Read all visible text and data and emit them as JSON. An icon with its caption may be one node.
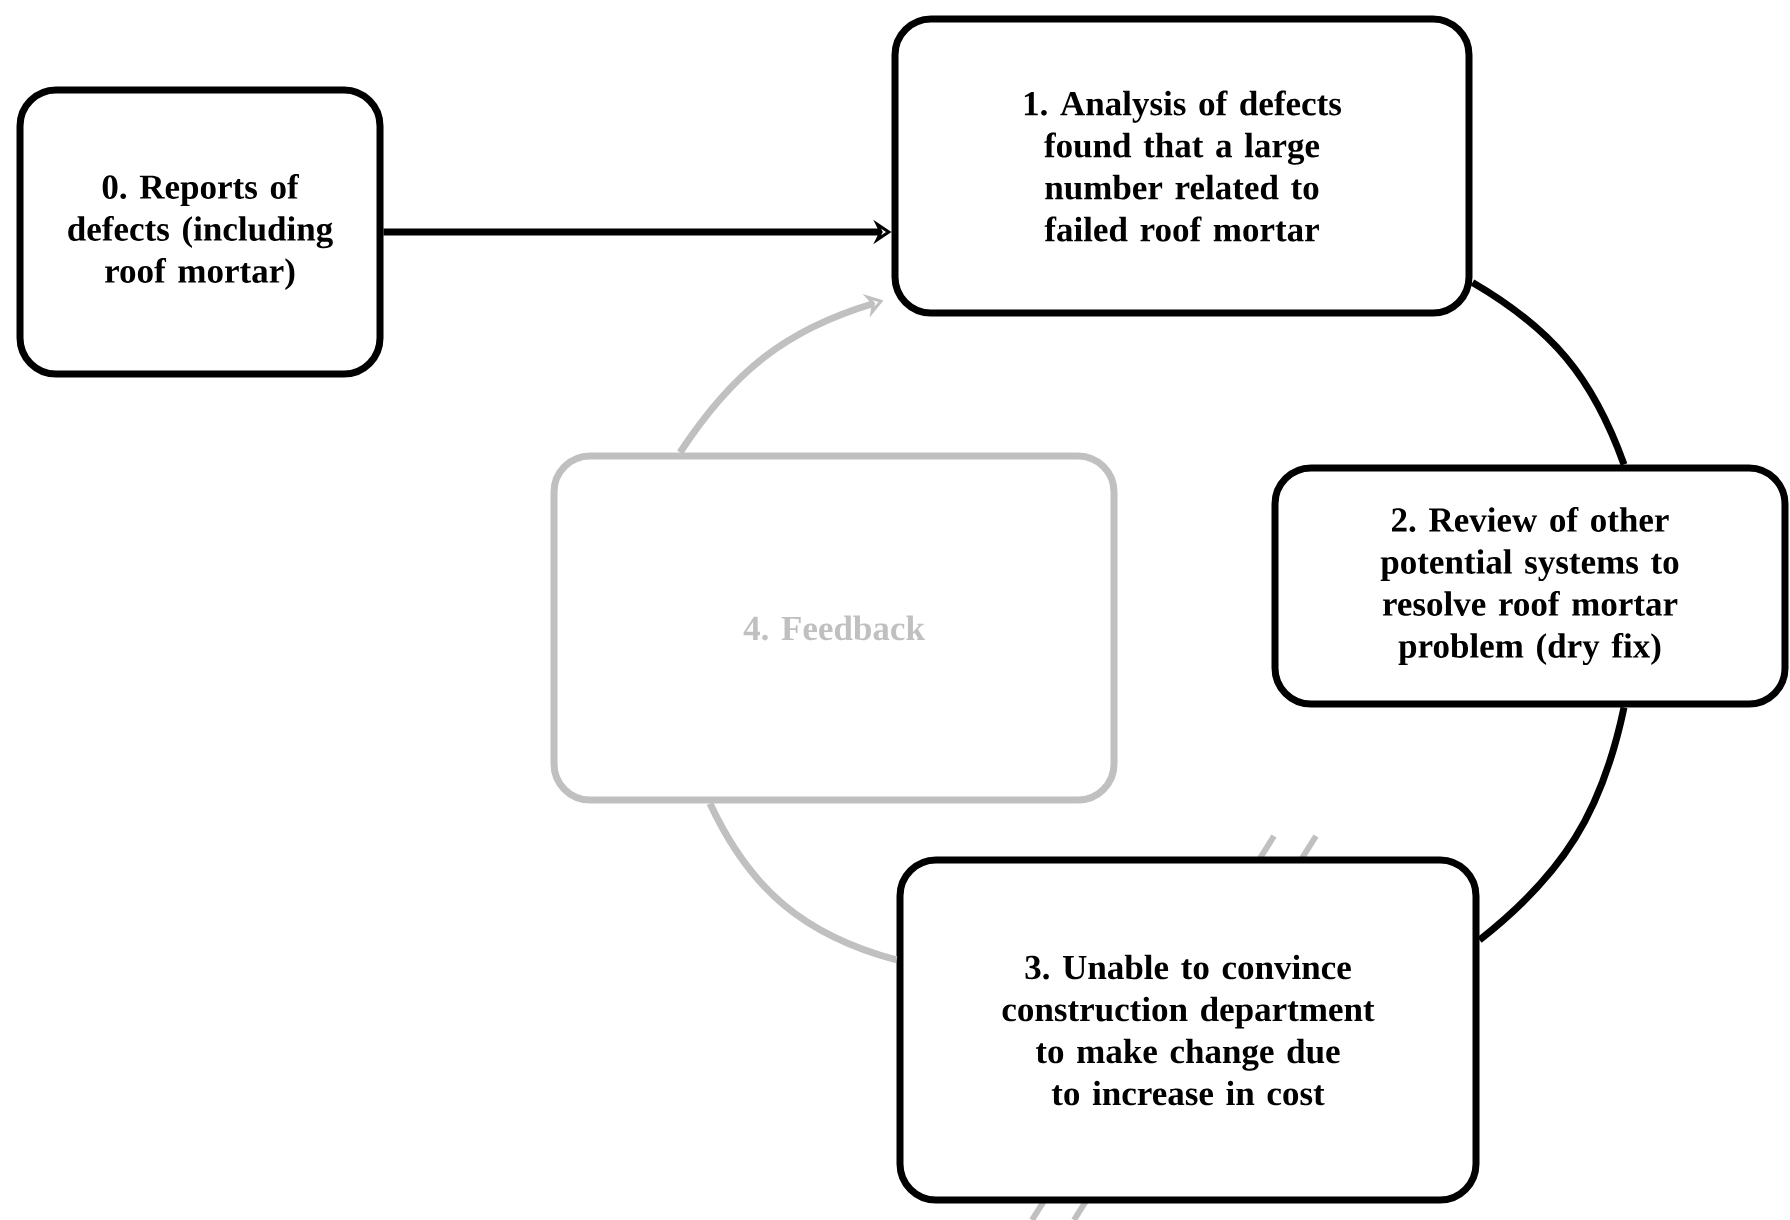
{
  "diagram": {
    "nodes": [
      {
        "text": [
          "0. Reports of defects (including roof mortar)"
        ]
      },
      {
        "text": [
          "1. Analysis of defects found that a large number related to failed roof mortar"
        ]
      },
      {
        "text": [
          "2. Review of other potential systems to resolve roof mortar problem (dry fix)"
        ]
      },
      {
        "text": [
          "3. Unable to convince construction department to make change due to increase in cost"
        ]
      },
      {
        "text": [
          "4. Feedback"
        ]
      }
    ],
    "edges": [
      {
        "from": 0,
        "to": 1,
        "arrow": "to"
      },
      {
        "from": 1,
        "to": 2,
        "arrow": "none"
      },
      {
        "from": 2,
        "to": 3,
        "arrow": "none"
      },
      {
        "from": 3,
        "to": 4,
        "arrow": "none",
        "color": "#c0c0c0"
      },
      {
        "from": 4,
        "to": 1,
        "arrow": "to",
        "color": "#c0c0c0"
      }
    ]
  }
}
